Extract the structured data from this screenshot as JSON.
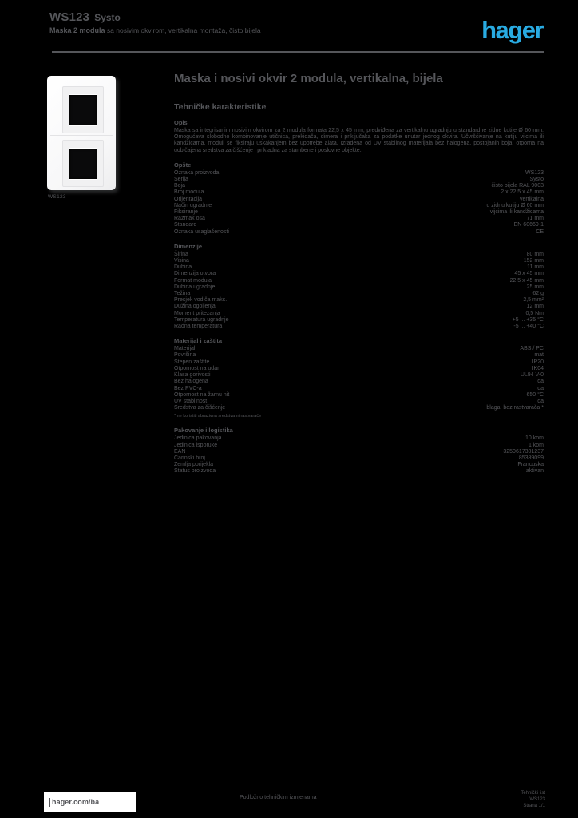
{
  "page": {
    "background": "#000000",
    "text_color": "#55565a",
    "accent_blue": "#29abe2"
  },
  "header": {
    "reference": "WS123",
    "range": "Systo",
    "description_bold": "Maska 2 modula",
    "description": "sa nosivim okvirom, vertikalna montaža, čisto bijela",
    "logo": "hager"
  },
  "product": {
    "caption": "WS123"
  },
  "main": {
    "title": "Maska i nosivi okvir 2 modula, vertikalna, bijela",
    "subtitle": "Tehničke karakteristike",
    "sections": [
      {
        "label": "Opis",
        "paragraph": "Maska sa integrisanim nosivim okvirom za 2 modula formata 22,5 x 45 mm, predviđena za vertikalnu ugradnju u standardne zidne kutije Ø 60 mm. Omogućava slobodno kombinovanje utičnica, prekidača, dimera i priključaka za podatke unutar jednog okvira. Učvršćivanje na kutiju vijcima ili kandžicama, moduli se fiksiraju uskakanjem bez upotrebe alata. Izrađena od UV stabilnog materijala bez halogena, postojanih boja, otporna na uobičajena sredstva za čišćenje i prikladna za stambene i poslovne objekte."
      },
      {
        "label": "Opšte",
        "rows": [
          {
            "label": "Oznaka proizvoda",
            "value": "WS123"
          },
          {
            "label": "Serija",
            "value": "Systo"
          },
          {
            "label": "Boja",
            "value": "čisto bijela RAL 9003"
          },
          {
            "label": "Broj modula",
            "value": "2 x 22,5 x 45 mm"
          },
          {
            "label": "Orijentacija",
            "value": "vertikalna"
          },
          {
            "label": "Način ugradnje",
            "value": "u zidnu kutiju Ø 60 mm"
          },
          {
            "label": "Fiksiranje",
            "value": "vijcima ili kandžicama"
          },
          {
            "label": "Razmak osa",
            "value": "71 mm"
          },
          {
            "label": "Standard",
            "value": "EN 60669-1"
          },
          {
            "label": "Oznaka usaglašenosti",
            "value": "CE"
          }
        ]
      },
      {
        "label": "Dimenzije",
        "rows": [
          {
            "label": "Širina",
            "value": "80 mm"
          },
          {
            "label": "Visina",
            "value": "152 mm"
          },
          {
            "label": "Dubina",
            "value": "11 mm"
          },
          {
            "label": "Dimenzija otvora",
            "value": "45 x 45 mm"
          },
          {
            "label": "Format modula",
            "value": "22,5 x 45 mm"
          },
          {
            "label": "Dubina ugradnje",
            "value": "25 mm"
          },
          {
            "label": "Težina",
            "value": "62 g"
          },
          {
            "label": "Presjek vodiča maks.",
            "value": "2,5 mm²"
          },
          {
            "label": "Dužina ogoljenja",
            "value": "12 mm"
          },
          {
            "label": "Moment pritezanja",
            "value": "0,5 Nm"
          },
          {
            "label": "Temperatura ugradnje",
            "value": "+5 ... +35 °C"
          },
          {
            "label": "Radna temperatura",
            "value": "-5 ... +40 °C"
          }
        ]
      },
      {
        "label": "Materijal i zaštita",
        "rows": [
          {
            "label": "Materijal",
            "value": "ABS / PC"
          },
          {
            "label": "Površina",
            "value": "mat"
          },
          {
            "label": "Stepen zaštite",
            "value": "IP20"
          },
          {
            "label": "Otpornost na udar",
            "value": "IK04"
          },
          {
            "label": "Klasa gorivosti",
            "value": "UL94 V-0"
          },
          {
            "label": "Bez halogena",
            "value": "da"
          },
          {
            "label": "Bez PVC-a",
            "value": "da"
          },
          {
            "label": "Otpornost na žarnu nit",
            "value": "650 °C"
          },
          {
            "label": "UV stabilnost",
            "value": "da"
          },
          {
            "label": "Sredstva za čišćenje",
            "value": "blaga, bez rastvarača *"
          }
        ],
        "footnote": "* ne koristiti abrazivna sredstva ni rastvarače"
      },
      {
        "label": "Pakovanje i logistika",
        "rows": [
          {
            "label": "Jedinica pakovanja",
            "value": "10 kom"
          },
          {
            "label": "Jedinica isporuke",
            "value": "1 kom"
          },
          {
            "label": "EAN",
            "value": "3250617301237"
          },
          {
            "label": "Carinski broj",
            "value": "85389099"
          },
          {
            "label": "Zemlja porijekla",
            "value": "Francuska"
          },
          {
            "label": "Status proizvoda",
            "value": "aktivan"
          }
        ]
      }
    ]
  },
  "footer": {
    "site": "hager.com/ba",
    "note": "Podložno tehničkim izmjenama",
    "right_lines": [
      "Tehnički list",
      "WS123",
      "Strana 1/1"
    ]
  }
}
